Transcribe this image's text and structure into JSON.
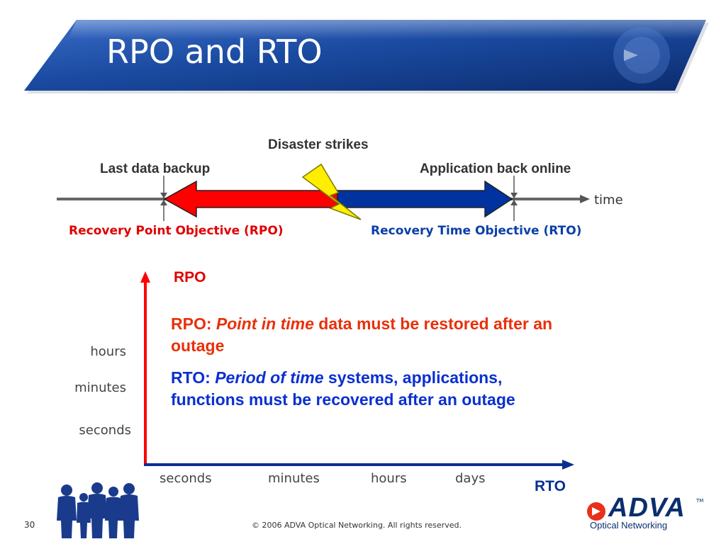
{
  "slide": {
    "title": "RPO and RTO",
    "page_number": "30",
    "footer": "© 2006 ADVA Optical Networking. All rights reserved."
  },
  "timeline": {
    "disaster_label": "Disaster strikes",
    "backup_label": "Last data backup",
    "online_label": "Application back online",
    "time_label": "time",
    "rpo_objective": "Recovery Point Objective (RPO)",
    "rto_objective": "Recovery Time Objective (RTO)"
  },
  "axes": {
    "y_label": "RPO",
    "x_label": "RTO",
    "y_ticks": [
      "hours",
      "minutes",
      "seconds"
    ],
    "x_ticks": [
      "seconds",
      "minutes",
      "hours",
      "days"
    ]
  },
  "definitions": {
    "rpo_prefix": "RPO: ",
    "rpo_italic": "Point in time",
    "rpo_rest": " data must be restored after an outage",
    "rto_prefix": "RTO: ",
    "rto_italic": "Period of time",
    "rto_rest": " systems, applications, functions must be recovered after an outage"
  },
  "logo": {
    "name": "ADVA",
    "trademark": "TM",
    "subtitle": "Optical Networking"
  },
  "colors": {
    "rpo_red": "#ff0000",
    "rto_blue": "#0033a0",
    "header_blue": "#1a4aa0",
    "bolt_yellow": "#ffee00"
  },
  "icons": [
    "people-silhouettes-icon",
    "lightning-bolt-icon",
    "adva-logo-icon"
  ]
}
